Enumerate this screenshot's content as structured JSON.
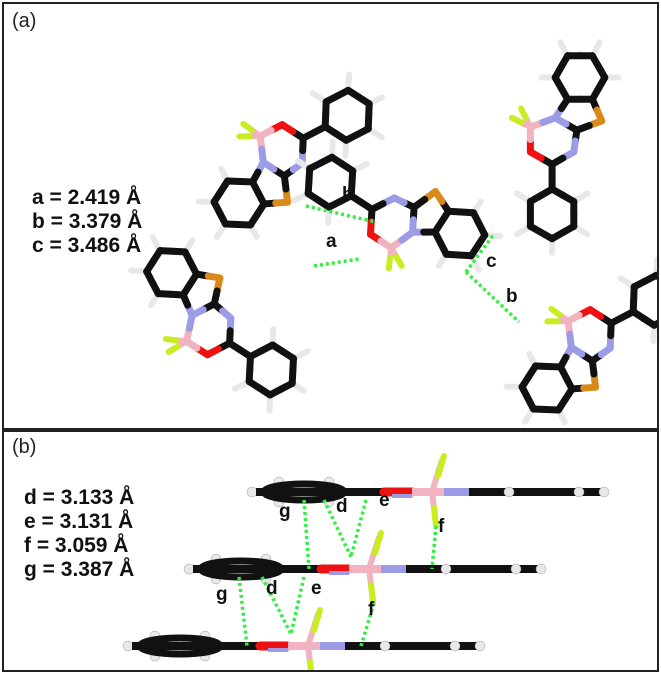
{
  "figure": {
    "panels": [
      {
        "label": "(a)",
        "legend": [
          {
            "key": "a",
            "text": "a = 2.419 Å"
          },
          {
            "key": "b",
            "text": "b = 3.379 Å"
          },
          {
            "key": "c",
            "text": "c = 3.486 Å"
          }
        ],
        "contact_labels": [
          "b",
          "a",
          "c",
          "b"
        ]
      },
      {
        "label": "(b)",
        "legend": [
          {
            "key": "d",
            "text": "d = 3.133 Å"
          },
          {
            "key": "e",
            "text": "e = 3.131 Å"
          },
          {
            "key": "f",
            "text": "f = 3.059 Å"
          },
          {
            "key": "g",
            "text": "g = 3.387 Å"
          }
        ],
        "contact_labels": [
          "g",
          "d",
          "e",
          "f",
          "g",
          "d",
          "e",
          "f"
        ]
      }
    ],
    "atom_colors": {
      "carbon": "#111111",
      "hydrogen": "#e8e8e8",
      "nitrogen": "#9b9be6",
      "oxygen": "#ee1111",
      "sulfur": "#d98a1a",
      "boron": "#f2b3c0",
      "fluorine": "#c8ee22",
      "contact": "#33ee44"
    }
  }
}
